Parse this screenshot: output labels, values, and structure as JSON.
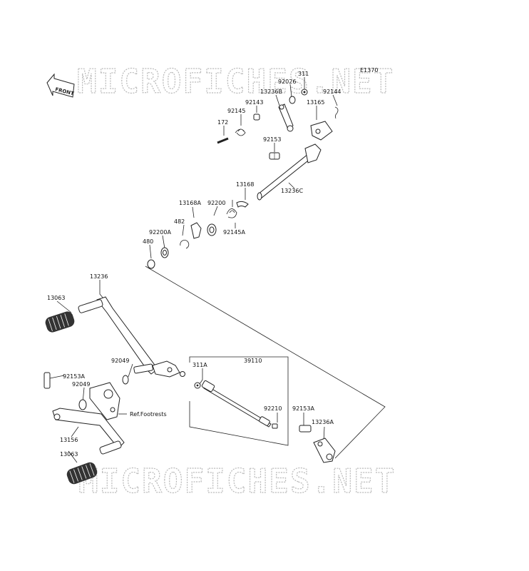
{
  "diagram": {
    "code": "E1370",
    "watermark_top": "MICROFICHES.NET",
    "watermark_bottom": "MICROFICHES.NET",
    "front_arrow_label": "FRONT",
    "ref_footrests": "Ref.Footrests"
  },
  "labels": {
    "p311": "311",
    "p92026": "92026",
    "p92144": "92144",
    "p13236B": "13236B",
    "p92143": "92143",
    "p13165": "13165",
    "p92145": "92145",
    "p172": "172",
    "p92153": "92153",
    "p13168": "13168",
    "p13236C": "13236C",
    "p13168A": "13168A",
    "p92200": "92200",
    "p482": "482",
    "p92145A": "92145A",
    "p92200A": "92200A",
    "p480": "480",
    "p13236": "13236",
    "p13063a": "13063",
    "p92049a": "92049",
    "p92153A_l": "92153A",
    "p92049b": "92049",
    "p311A": "311A",
    "p39110": "39110",
    "p92210": "92210",
    "p92153A_r": "92153A",
    "p13236A": "13236A",
    "p13156": "13156",
    "p13063b": "13063"
  }
}
